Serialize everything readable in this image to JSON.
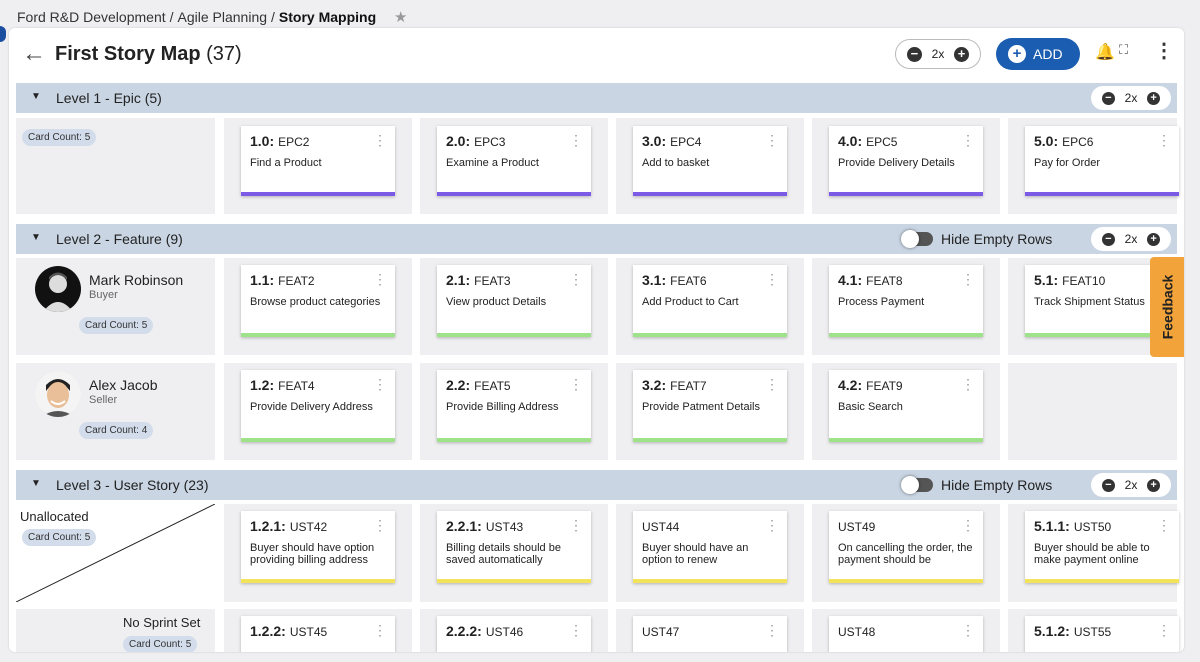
{
  "breadcrumb": {
    "org": "Ford R&D Development",
    "sep": "/",
    "project": "Agile Planning",
    "current": "Story Mapping"
  },
  "header": {
    "title": "First Story Map",
    "count": "(37)",
    "zoom": "2x",
    "add_label": "ADD"
  },
  "feedback_label": "Feedback",
  "level1": {
    "label": "Level 1 - Epic (5)",
    "zoom": "2x",
    "card_count": "Card Count: 5",
    "cards": [
      {
        "num": "1.0:",
        "id": "EPC2",
        "text": "Find a Product"
      },
      {
        "num": "2.0:",
        "id": "EPC3",
        "text": "Examine a Product"
      },
      {
        "num": "3.0:",
        "id": "EPC4",
        "text": "Add to basket"
      },
      {
        "num": "4.0:",
        "id": "EPC5",
        "text": "Provide Delivery Details"
      },
      {
        "num": "5.0:",
        "id": "EPC6",
        "text": "Pay for Order"
      }
    ]
  },
  "level2": {
    "label": "Level 2 - Feature (9)",
    "hide_empty": "Hide Empty Rows",
    "zoom": "2x",
    "rows": [
      {
        "name": "Mark Robinson",
        "role": "Buyer",
        "card_count": "Card Count: 5",
        "cards": [
          {
            "num": "1.1:",
            "id": "FEAT2",
            "text": "Browse product categories"
          },
          {
            "num": "2.1:",
            "id": "FEAT3",
            "text": "View product Details"
          },
          {
            "num": "3.1:",
            "id": "FEAT6",
            "text": "Add Product to Cart"
          },
          {
            "num": "4.1:",
            "id": "FEAT8",
            "text": "Process Payment"
          },
          {
            "num": "5.1:",
            "id": "FEAT10",
            "text": "Track Shipment Status"
          }
        ]
      },
      {
        "name": "Alex Jacob",
        "role": "Seller",
        "card_count": "Card Count: 4",
        "cards": [
          {
            "num": "1.2:",
            "id": "FEAT4",
            "text": "Provide Delivery Address"
          },
          {
            "num": "2.2:",
            "id": "FEAT5",
            "text": "Provide Billing Address"
          },
          {
            "num": "3.2:",
            "id": "FEAT7",
            "text": "Provide Patment Details"
          },
          {
            "num": "4.2:",
            "id": "FEAT9",
            "text": "Basic Search"
          }
        ]
      }
    ]
  },
  "level3": {
    "label": "Level 3 - User Story (23)",
    "hide_empty": "Hide Empty Rows",
    "zoom": "2x",
    "unallocated": "Unallocated",
    "card_count": "Card Count: 5",
    "sprint_label": "No Sprint Set",
    "sprint_count": "Card Count: 5",
    "row1": [
      {
        "num": "1.2.1:",
        "id": "UST42",
        "text": "Buyer should have option providing billing address"
      },
      {
        "num": "2.2.1:",
        "id": "UST43",
        "text": "Billing details should be saved automatically"
      },
      {
        "num": "",
        "id": "UST44",
        "text": "Buyer should have an option to renew"
      },
      {
        "num": "",
        "id": "UST49",
        "text": "On cancelling the order, the payment should be"
      },
      {
        "num": "5.1.1:",
        "id": "UST50",
        "text": "Buyer should be able to make payment online"
      }
    ],
    "row2": [
      {
        "num": "1.2.2:",
        "id": "UST45"
      },
      {
        "num": "2.2.2:",
        "id": "UST46"
      },
      {
        "num": "",
        "id": "UST47"
      },
      {
        "num": "",
        "id": "UST48"
      },
      {
        "num": "5.1.2:",
        "id": "UST55"
      }
    ]
  },
  "colors": {
    "epic": "#7b5be6",
    "feature": "#9ee38a",
    "story": "#f3e35a",
    "brand": "#1b5db0",
    "feedback": "#f2a33a"
  }
}
